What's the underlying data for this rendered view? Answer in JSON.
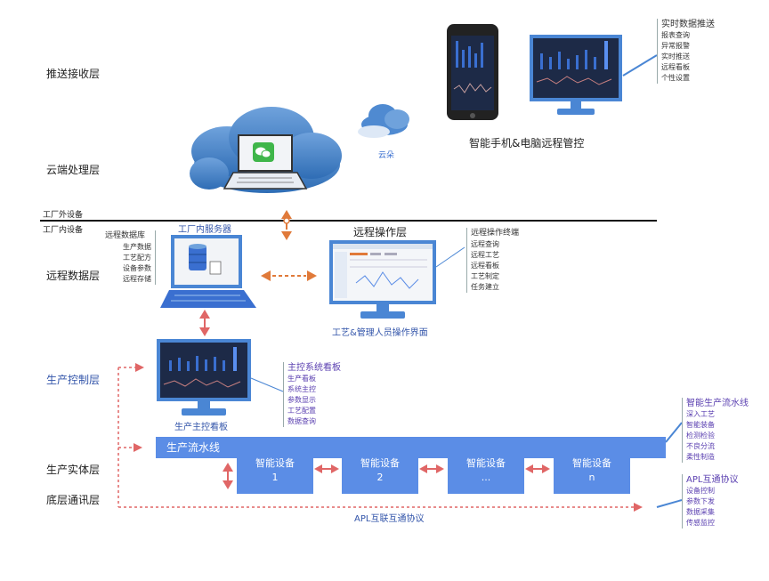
{
  "layers": {
    "push": "推送接收层",
    "cloud": "云端处理层",
    "remote_data": "远程数据层",
    "control": "生产控制层",
    "entity": "生产实体层",
    "comm": "底层通讯层"
  },
  "boundary": {
    "outside": "工厂外设备",
    "inside": "工厂内设备"
  },
  "cloud_label": "云朵",
  "mobile_caption": "智能手机&电脑远程管控",
  "push_callout": {
    "title": "实时数据推送",
    "items": [
      "报表查询",
      "异常报警",
      "实时推送",
      "远程看板",
      "个性设置"
    ]
  },
  "server_title": "工厂内服务器",
  "db_callout": {
    "title": "远程数据库",
    "items": [
      "生产数据",
      "工艺配方",
      "设备参数",
      "远程存储"
    ]
  },
  "remote_op_title": "远程操作层",
  "remote_terminal_callout": {
    "title": "远程操作终端",
    "items": [
      "远程查询",
      "远程工艺",
      "远程看板",
      "工艺制定",
      "任务建立"
    ]
  },
  "ops_caption": "工艺&管理人员操作界面",
  "board_caption": "生产主控看板",
  "board_callout": {
    "title": "主控系统看板",
    "items": [
      "生产看板",
      "系统主控",
      "参数显示",
      "工艺配置",
      "数据查询"
    ]
  },
  "pipeline_label": "生产流水线",
  "devices": [
    {
      "name": "智能设备",
      "id": "1"
    },
    {
      "name": "智能设备",
      "id": "2"
    },
    {
      "name": "智能设备",
      "id": "..."
    },
    {
      "name": "智能设备",
      "id": "n"
    }
  ],
  "line_callout": {
    "title": "智能生产流水线",
    "items": [
      "深入工艺",
      "智能装备",
      "检测检验",
      "不良分流",
      "柔性制造"
    ]
  },
  "apl_callout": {
    "title": "APL互通协议",
    "items": [
      "设备控制",
      "参数下发",
      "数据采集",
      "传感监控"
    ]
  },
  "apl_line_label": "APL互联互通协议",
  "colors": {
    "accent_blue": "#5b8de6",
    "dotted_red": "#e06666",
    "arrow_orange": "#e07a3a",
    "text_purple": "#5a3fb0"
  }
}
